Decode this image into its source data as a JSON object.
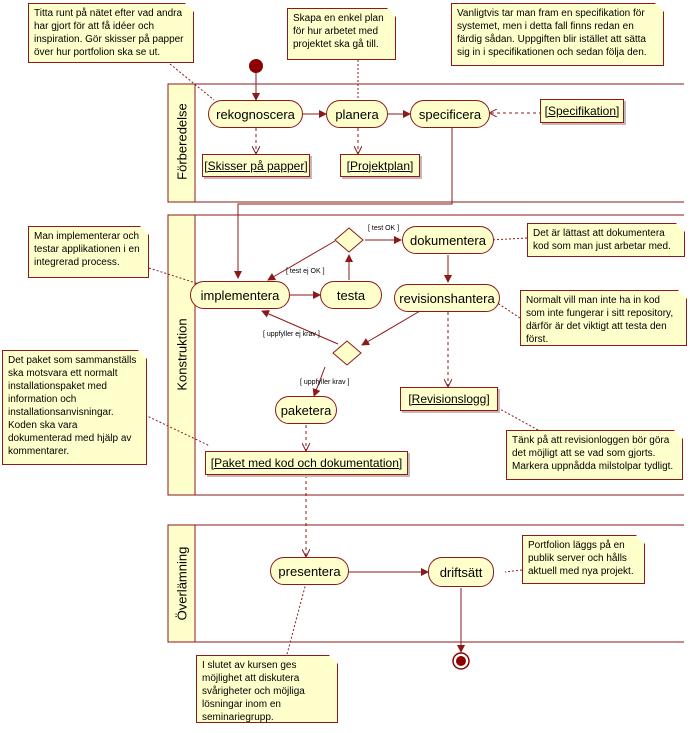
{
  "lanes": {
    "forberedelse": "Förberedelse",
    "konstruktion": "Konstruktion",
    "overlamning": "Överlämning"
  },
  "actions": {
    "rekognoscera": "rekognoscera",
    "planera": "planera",
    "specificera": "specificera",
    "implementera": "implementera",
    "testa": "testa",
    "dokumentera": "dokumentera",
    "revisionshantera": "revisionshantera",
    "paketera": "paketera",
    "presentera": "presentera",
    "driftsatt": "driftsätt"
  },
  "objects": {
    "skisser": "[Skisser på papper]",
    "projektplan": "[Projektplan]",
    "specifikation": "[Specifikation]",
    "revisionslogg": "[Revisionslogg]",
    "paket": "[Paket med kod och dokumentation]"
  },
  "guards": {
    "test_ok": "[ test OK ]",
    "test_ej_ok": "[ test ej OK ]",
    "uppfyller_ej_krav": "[ uppfyller ej krav ]",
    "uppfyller_krav": "[ uppfyller krav ]"
  },
  "notes": {
    "n1": "Titta runt på nätet efter vad andra har gjort för att få idéer och inspiration. Gör skisser på papper över hur portfolion ska se ut.",
    "n2": "Skapa en enkel plan för hur arbetet med projektet ska gå till.",
    "n3": "Vanligtvis tar man fram en specifikation för systemet, men i detta fall finns redan en färdig sådan. Uppgiften blir istället att sätta sig in i specifikationen och sedan följa den.",
    "n4": "Man implementerar och testar applikationen i en integrerad process.",
    "n5": "Det är lättast att dokumentera kod som man just arbetar med.",
    "n6": "Normalt vill man inte ha in kod som inte fungerar i sitt repository, därför är det viktigt att testa den först.",
    "n7": "Det paket som sammanställs ska motsvara ett normalt installationspaket med information och installationsanvisningar. Koden ska vara dokumenterad med hjälp av kommentarer.",
    "n8": "Tänk på att revisionloggen bör göra det möjligt att se vad som gjorts. Markera uppnådda milstolpar tydligt.",
    "n9": "Portfolion läggs på en publik server och hålls aktuell med nya projekt.",
    "n10": "I slutet av kursen ges möjlighet att diskutera svårigheter och möjliga lösningar inom en seminariegrupp."
  },
  "colors": {
    "border": "#8b1a1a",
    "fill": "#ffffcc",
    "node": "#8b0000"
  }
}
